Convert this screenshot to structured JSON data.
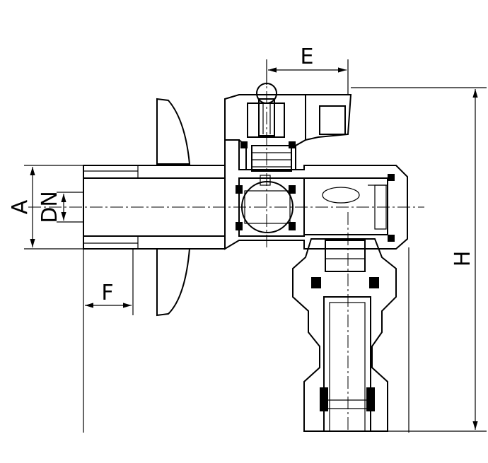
{
  "drawing": {
    "dimensions": {
      "A": "A",
      "DN": "DN",
      "E": "E",
      "F": "F",
      "H": "H"
    }
  }
}
